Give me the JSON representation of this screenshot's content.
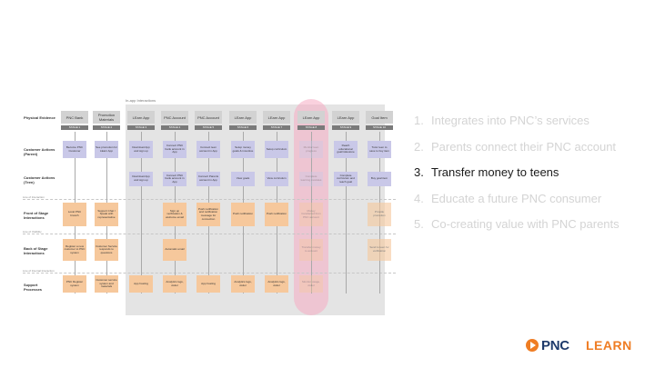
{
  "blueprint": {
    "inapp_label": "In-app Interactions",
    "line_labels": [
      "Line of Interaction",
      "Line of Visibility",
      "Line of Internal Interaction"
    ],
    "row_labels": [
      "Physical Evidence",
      "Customer Actions (Parent)",
      "Customer Actions (Teen)",
      "Front of Stage Interactions",
      "Back of Stage Interactions",
      "Support Processes"
    ],
    "columns": [
      {
        "head": "PNC Bank",
        "stage": "STAGE 1"
      },
      {
        "head": "Promotion Materials",
        "stage": "STAGE 2"
      },
      {
        "head": "LEarn App",
        "stage": "STAGE 3"
      },
      {
        "head": "PNC Account",
        "stage": "STAGE 4"
      },
      {
        "head": "PNC Account",
        "stage": "STAGE 5"
      },
      {
        "head": "LEarn App",
        "stage": "STAGE 6"
      },
      {
        "head": "LEarn App",
        "stage": "STAGE 7"
      },
      {
        "head": "LEarn App",
        "stage": "STAGE 8"
      },
      {
        "head": "LEarn App",
        "stage": "STAGE 9"
      },
      {
        "head": "Goal Item",
        "stage": "STAGE 10"
      }
    ],
    "parent_actions": [
      "Become PNC Customer",
      "See promotion for LEarn App",
      "Download App and sign up",
      "Connect PNC bank account in App",
      "Connect teen account in App",
      "Setup money goals & incentive",
      "Setup curriculum",
      "Monitor teen progress",
      "Reach educational goal/milestone",
      "Tutor teen to save to buy item"
    ],
    "teen_actions": [
      "Download App and sign up",
      "Connect PNC bank account in App",
      "Connect Parents account in App",
      "View goals",
      "View curriculum",
      "Complete learning modules",
      "Complete curriculum and reach goal",
      "Buy goal item"
    ],
    "front_stage": [
      "Local PNC branch",
      "Support Chat / Speak with representative",
      "Sign up verification & welcome email",
      "Push notification and notification message for connection",
      "Push notification",
      "Push notification",
      "Money transferred from PNC account",
      "Provide promotion"
    ],
    "back_stage": [
      "Register a new customer to PNC system",
      "Customer Service responds to questions",
      "Automatic email",
      "Transfer money to account",
      "Send to teen for verification"
    ],
    "support": [
      "PNC Register system",
      "Customer service system and materials",
      "App hosting",
      "Analytics logs, visitor",
      "App hosting",
      "Analytics logs, visitor",
      "Analytics logs, visitor",
      "Monitor usage, visitor"
    ]
  },
  "steps": [
    {
      "num": "1.",
      "text": "Integrates into PNC’s services",
      "active": false
    },
    {
      "num": "2.",
      "text": "Parents connect their PNC account",
      "active": false
    },
    {
      "num": "3.",
      "text": "Transfer money to teens",
      "active": true
    },
    {
      "num": "4.",
      "text": "Educate a future PNC consumer",
      "active": false
    },
    {
      "num": "5.",
      "text": "Co-creating value with PNC parents",
      "active": false
    }
  ],
  "logos": {
    "pnc": "PNC",
    "learn": "LEARN"
  },
  "colors": {
    "parent_card": "#c9c8e8",
    "stage_card": "#f6c89c",
    "highlight": "#f6acc3",
    "pnc_orange": "#ef7d24",
    "pnc_navy": "#1e3a6b"
  }
}
